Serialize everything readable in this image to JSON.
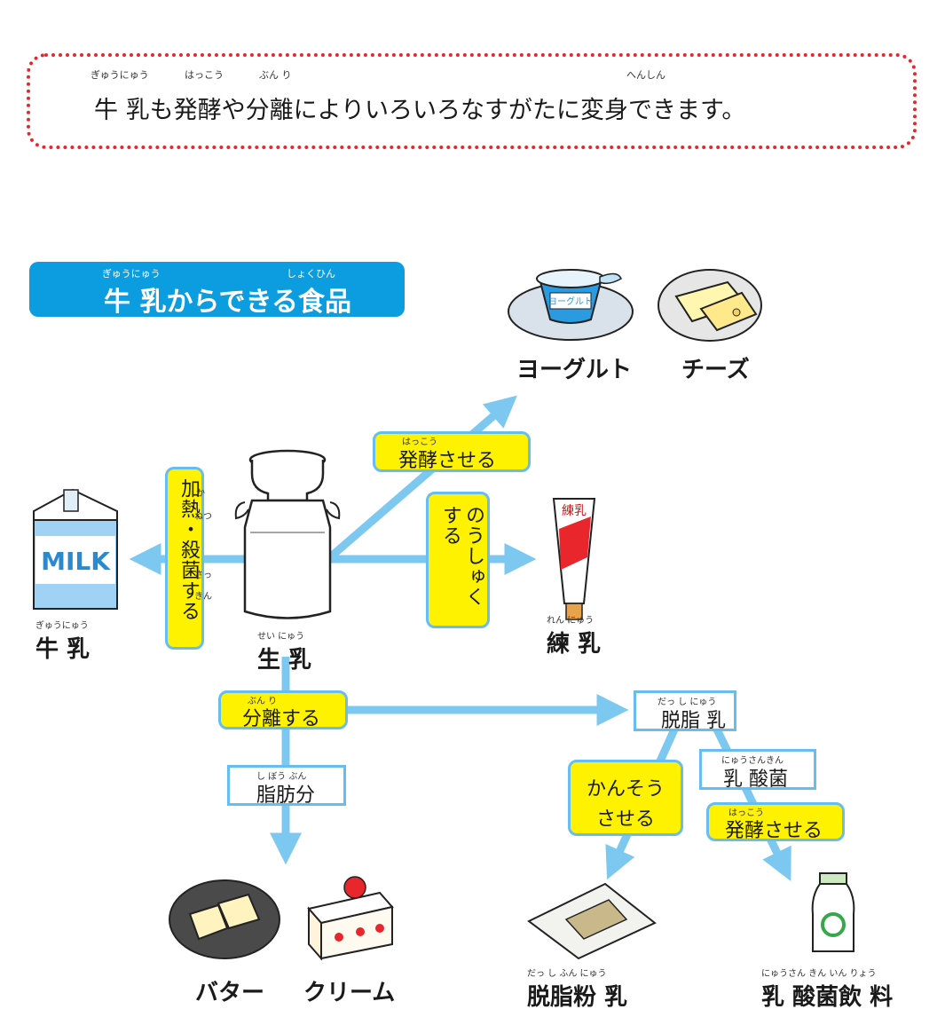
{
  "intro": {
    "text": "牛 乳も発酵や分離によりいろいろなすがたに変身できます。",
    "ruby": [
      {
        "text": "ぎゅうにゅう"
      },
      {
        "text": "はっこう"
      },
      {
        "text": "ぶん り"
      },
      {
        "text": "へんしん"
      }
    ]
  },
  "banner": {
    "text": "牛 乳からできる食品",
    "ruby_gyunyu": "ぎゅうにゅう",
    "ruby_shokuhin": "しょくひん"
  },
  "items": {
    "yogurt": {
      "label": "ヨーグルト"
    },
    "cheese": {
      "label": "チーズ"
    },
    "milk": {
      "label": "牛 乳",
      "ruby": "ぎゅうにゅう"
    },
    "raw_milk": {
      "label": "生 乳",
      "ruby": "せい にゅう"
    },
    "condensed": {
      "label": "練 乳",
      "ruby": "れん にゅう"
    },
    "skim_milk": {
      "label": "脱脂 乳",
      "ruby": "だっ し にゅう"
    },
    "skim_powder": {
      "label": "脱脂粉 乳",
      "ruby": "だっ し ふん にゅう"
    },
    "lactic_drink": {
      "label": "乳 酸菌飲 料",
      "ruby": "にゅうさん きん いん りょう"
    },
    "butter": {
      "label": "バター"
    },
    "cream": {
      "label": "クリーム"
    }
  },
  "processes": {
    "ferment_top": {
      "label": "発酵させる",
      "ruby": "はっこう"
    },
    "heat": {
      "label": "加熱・殺菌する",
      "ruby": [
        "か",
        "ねつ",
        "さっ",
        "きん"
      ]
    },
    "condense": {
      "label": "のうしゅくする",
      "line1": "のうしゅく",
      "line2": "する"
    },
    "separate": {
      "label": "分離する",
      "ruby": "ぶん り"
    },
    "fat": {
      "label": "脂肪分",
      "ruby": "し ぼう ぶん"
    },
    "dry": {
      "line1": "かんそう",
      "line2": "させる"
    },
    "lactic": {
      "label": "乳 酸菌",
      "ruby": "にゅうさんきん"
    },
    "ferment_bottom": {
      "label": "発酵させる",
      "ruby": "はっこう"
    }
  },
  "illustrations": {
    "carton_text": "MILK",
    "yogurt_cup_text": "ヨーグルト",
    "tube_text": "練乳"
  },
  "colors": {
    "arrow": "#7dc8f0",
    "yellow": "#fff200",
    "banner": "#0b9de0",
    "dotted": "#e8262b"
  }
}
